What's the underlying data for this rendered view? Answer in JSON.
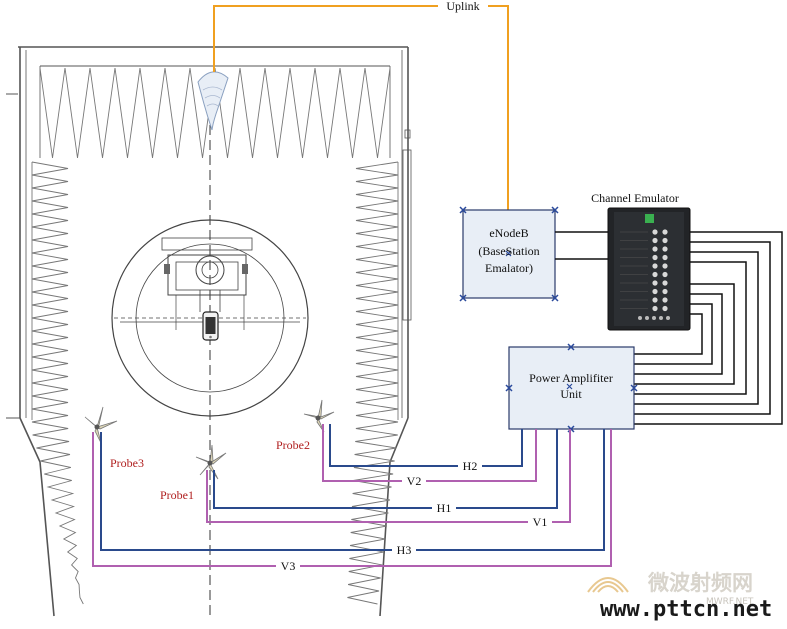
{
  "labels": {
    "uplink": "Uplink",
    "channel_emulator": "Channel Emulator",
    "enodeb_line1": "eNodeB",
    "enodeb_line2": "(BaseStation",
    "enodeb_line3": "Emalator)",
    "pa_line1": "Power Amplifiter",
    "pa_line2": "Unit"
  },
  "probes": [
    "Probe1",
    "Probe2",
    "Probe3"
  ],
  "connections": [
    "H1",
    "H2",
    "H3",
    "V1",
    "V2",
    "V3"
  ],
  "colors": {
    "uplink": "#f0a020",
    "horizontal_pol": "#2a4a8c",
    "vertical_pol": "#b060b0",
    "chamber": "#555555",
    "probe_label": "#b02020"
  },
  "watermark": {
    "cn": "微波射频网",
    "url": "www.pttcn.net",
    "small": "MWRF.NET"
  }
}
